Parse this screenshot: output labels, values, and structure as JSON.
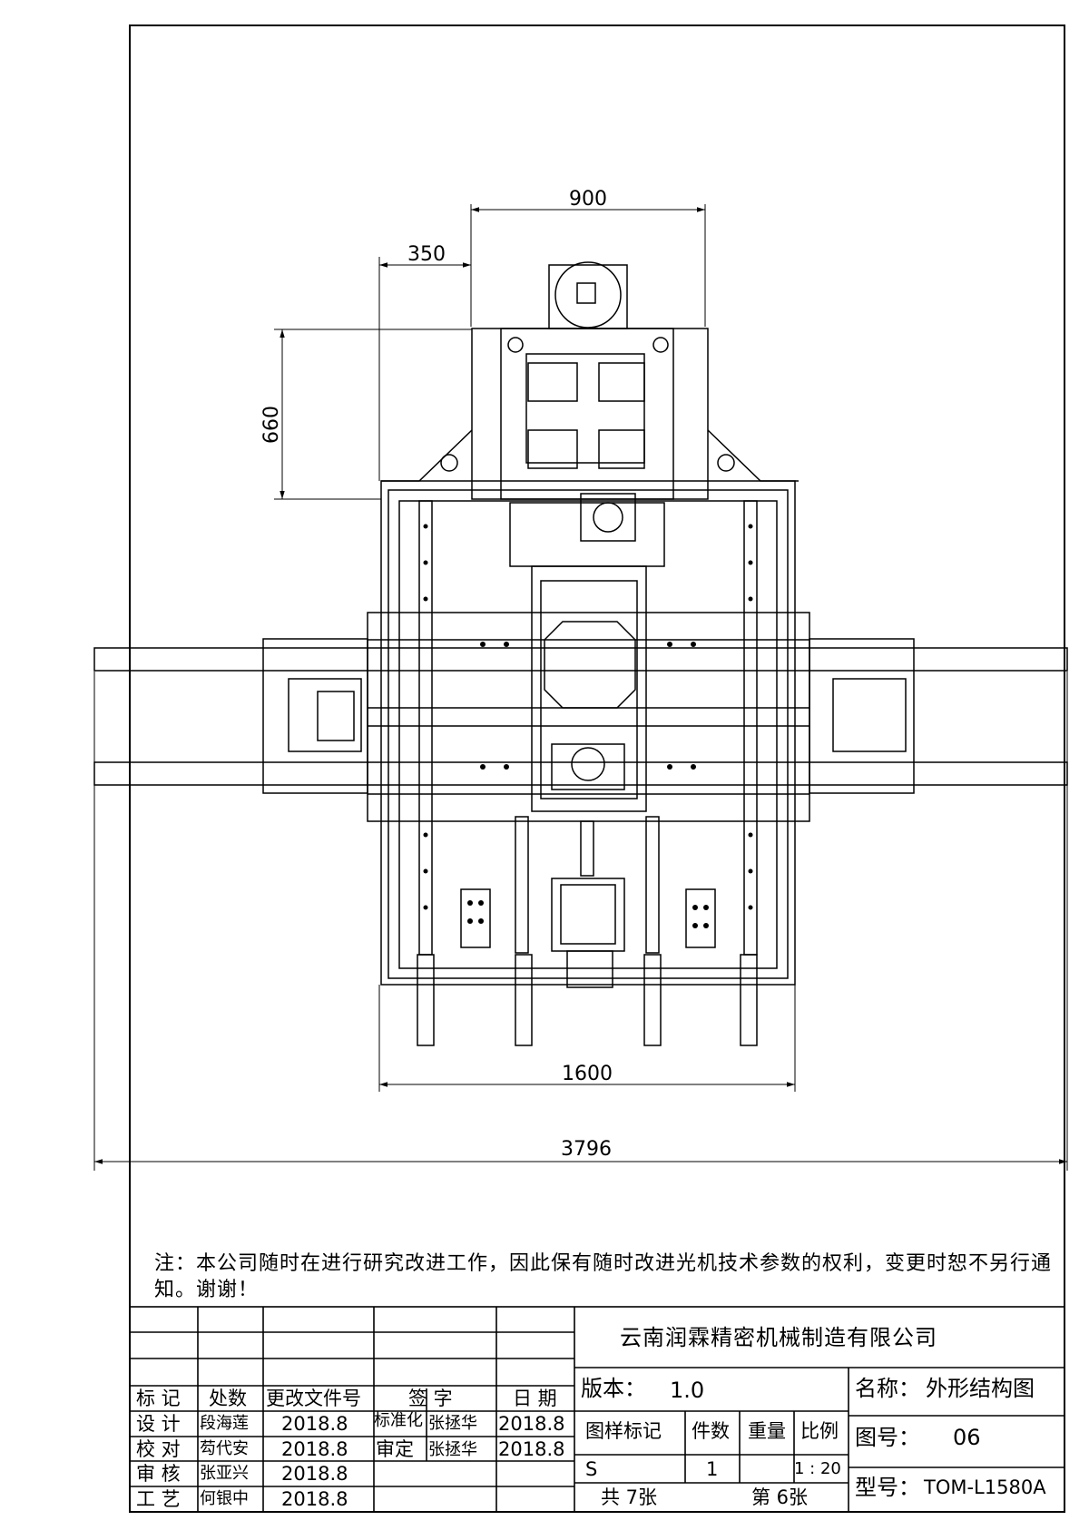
{
  "dimensions": {
    "d900": "900",
    "d350": "350",
    "d660": "660",
    "d1600": "1600",
    "d3796": "3796"
  },
  "note": "注：本公司随时在进行研究改进工作，因此保有随时改进光机技术参数的权利，变更时恕不另行通知。谢谢！",
  "title_block": {
    "company": "云南润霖精密机械制造有限公司",
    "headers": {
      "mark": "标 记",
      "count": "处数",
      "change_doc": "更改文件号",
      "signature": "签 字",
      "date": "日 期"
    },
    "sign_rows": [
      {
        "role": "设 计",
        "name": "段海莲",
        "date": "2018.8"
      },
      {
        "role": "校 对",
        "name": "芶代安",
        "date": "2018.8"
      },
      {
        "role": "审 核",
        "name": "张亚兴",
        "date": "2018.8"
      },
      {
        "role": "工 艺",
        "name": "何银中",
        "date": "2018.8"
      }
    ],
    "approvals": [
      {
        "role": "标准化",
        "name": "张拯华",
        "date": "2018.8"
      },
      {
        "role": "审定",
        "name": "张拯华",
        "date": "2018.8"
      }
    ],
    "version_label": "版本：",
    "version": "1.0",
    "name_label": "名称：",
    "name": "外形结构图",
    "col_sample": "图样标记",
    "col_qty": "件数",
    "col_weight": "重量",
    "col_scale": "比例",
    "sample": "S",
    "qty": "1",
    "scale": "1 : 20",
    "drawing_no_label": "图号：",
    "drawing_no": "06",
    "total_sheets": "共 7张",
    "sheet_no": "第 6张",
    "model_label": "型号：",
    "model": "TOM-L1580A"
  }
}
